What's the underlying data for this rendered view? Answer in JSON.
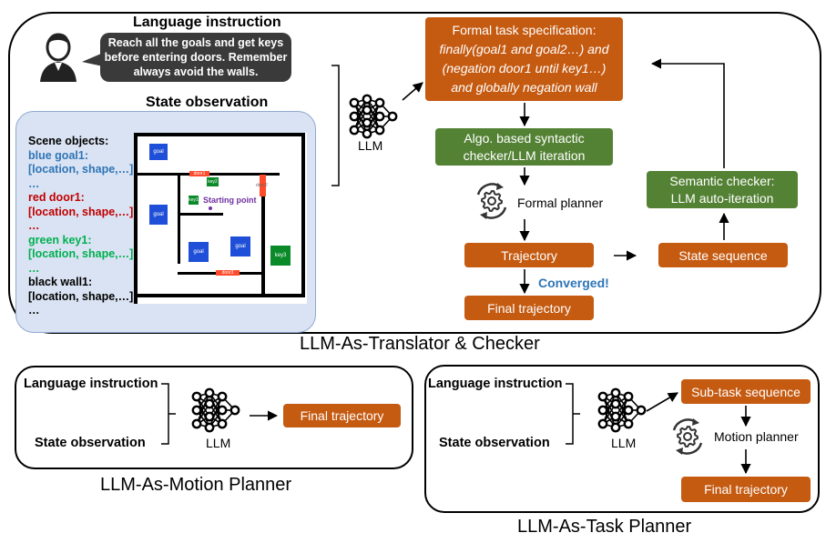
{
  "translator": {
    "language_title": "Language instruction",
    "speech_lines": [
      "Reach all the goals and get keys",
      "before entering doors. Remember",
      "always avoid the walls."
    ],
    "state_title": "State observation",
    "scene_lines": [
      {
        "text": "Scene objects:",
        "color": "#000000"
      },
      {
        "text": "blue goal1:",
        "color": "#2e75b6"
      },
      {
        "text": "[location, shape,…]",
        "color": "#2e75b6"
      },
      {
        "text": "…",
        "color": "#2e75b6"
      },
      {
        "text": "red door1:",
        "color": "#c00000"
      },
      {
        "text": "[location, shape,…]",
        "color": "#c00000"
      },
      {
        "text": "…",
        "color": "#c00000"
      },
      {
        "text": "green key1:",
        "color": "#00b050"
      },
      {
        "text": "[location, shape,…]",
        "color": "#00b050"
      },
      {
        "text": "…",
        "color": "#00b050"
      },
      {
        "text": "black wall1:",
        "color": "#000000"
      },
      {
        "text": "[location, shape,…]",
        "color": "#000000"
      },
      {
        "text": "…",
        "color": "#000000"
      }
    ],
    "map": {
      "goal_label": "goal",
      "door1_label": "door1",
      "door2_label": "door2",
      "door3_label": "door3",
      "key1_label": "key1",
      "key2_label": "key2",
      "key3_label": "key3",
      "start_label": "Starting point"
    },
    "llm_label": "LLM",
    "spec_lines": [
      "Formal task specification:",
      "finally(goal1 and goal2…) and",
      "(negation door1 until key1…)",
      "and globally negation wall"
    ],
    "syntactic_lines": [
      "Algo. based syntactic",
      "checker/LLM iteration"
    ],
    "formal_planner": "Formal planner",
    "trajectory": "Trajectory",
    "converged": "Converged!",
    "final_trajectory": "Final trajectory",
    "state_sequence": "State sequence",
    "semantic_lines": [
      "Semantic checker:",
      "LLM auto-iteration"
    ],
    "caption": "LLM-As-Translator & Checker"
  },
  "motion": {
    "language": "Language instruction",
    "state": "State observation",
    "llm_label": "LLM",
    "final_trajectory": "Final trajectory",
    "caption": "LLM-As-Motion Planner"
  },
  "task": {
    "language": "Language instruction",
    "state": "State observation",
    "llm_label": "LLM",
    "subtask": "Sub-task sequence",
    "motion_planner": "Motion planner",
    "final_trajectory": "Final trajectory",
    "caption": "LLM-As-Task Planner"
  },
  "colors": {
    "orange": "#c55a11",
    "green": "#548235",
    "blue_text": "#2e75b6",
    "goal_blue": "#1f4fd8",
    "door_red": "#ff4b2b",
    "key_green": "#0b8a2a",
    "start_purple": "#7030a0"
  }
}
